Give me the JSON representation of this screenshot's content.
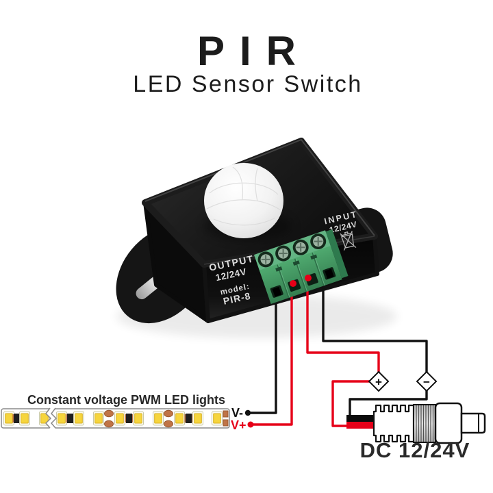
{
  "header": {
    "title": "PIR",
    "subtitle": "LED Sensor Switch"
  },
  "device": {
    "kind": "pir-motion-sensor-led-switch",
    "output_label": {
      "line1": "OUTPUT",
      "line2": "12/24V"
    },
    "model_label": {
      "line1": "model:",
      "line2": "PIR-8"
    },
    "input_label": {
      "line1": "INPUT",
      "line2": "12/24V"
    }
  },
  "wiring": {
    "led_strip_caption": "Constant voltage PWM LED lights",
    "v_minus": "V-",
    "v_plus": "V+",
    "plus_node": "+",
    "minus_node": "−",
    "dc_label": "DC 12/24V"
  },
  "colors": {
    "wire_red": "#e60018",
    "wire_black": "#111111",
    "terminal_green": "#4aa06a",
    "led_yellow": "#f6d53d",
    "pad_copper": "#c07447",
    "device_black": "#161616",
    "text_dark": "#1c1c1c"
  },
  "icons": {
    "weee_icon": "crossed-out-wheelie-bin",
    "pir_dome": "fresnel-dome-lens"
  }
}
